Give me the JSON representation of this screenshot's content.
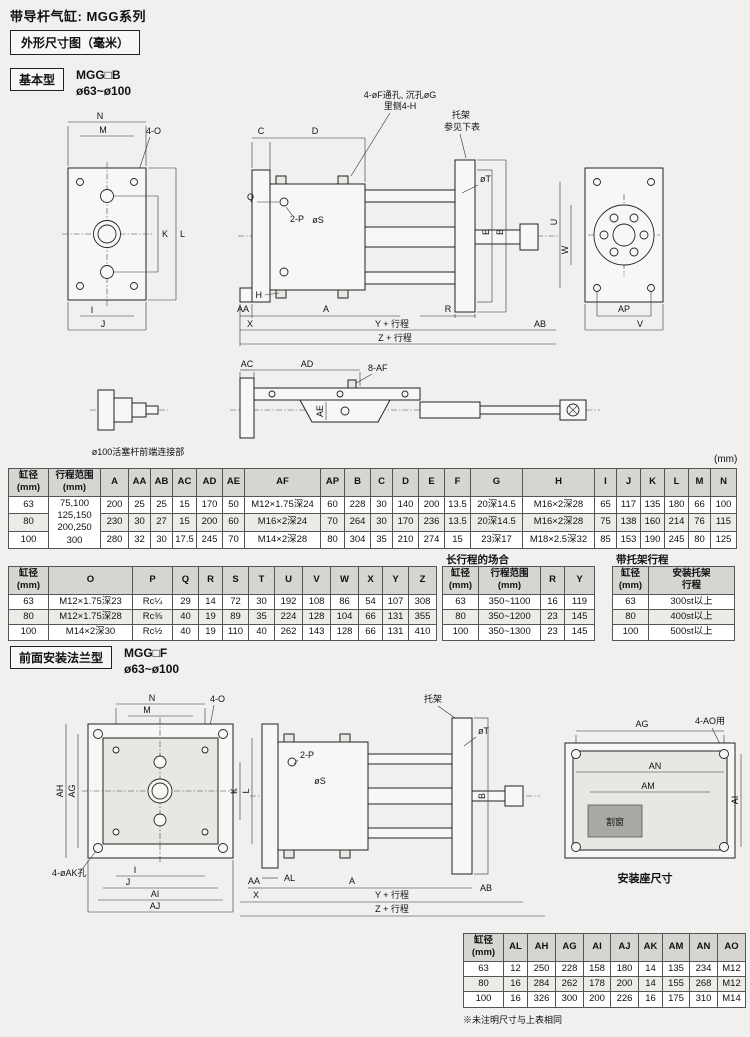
{
  "header": {
    "title": "带导杆气缸: MGG系列",
    "dim_box": "外形尺寸图（毫米）"
  },
  "sections": {
    "basic": {
      "tag": "基本型",
      "model": "MGG□B",
      "bore": "ø63~ø100"
    },
    "flange": {
      "tag": "前面安装法兰型",
      "model": "MGG□F",
      "bore": "ø63~ø100"
    }
  },
  "ann": {
    "holes1": "4-øF通孔, 沉孔øG",
    "holes2": "里侧4-H",
    "bracket1": "托架",
    "bracket2": "参见下表",
    "bracket": "托架",
    "rod_end": "ø100活塞杆前端连接部",
    "af8": "8-AF",
    "ak4": "4-øAK孔",
    "ao4": "4-AO用",
    "window": "割窗",
    "mount_base": "安装座尺寸",
    "unit": "(mm)"
  },
  "dims": {
    "N": "N",
    "M": "M",
    "K": "K",
    "L": "L",
    "I": "I",
    "J": "J",
    "C": "C",
    "D": "D",
    "Q": "Q",
    "H": "H",
    "E": "E",
    "B": "B",
    "U": "U",
    "W": "W",
    "V": "V",
    "AP": "AP",
    "A": "A",
    "AA": "AA",
    "AB": "AB",
    "AC": "AC",
    "AD": "AD",
    "AE": "AE",
    "X": "X",
    "R": "R",
    "AL": "AL",
    "AG": "AG",
    "AH": "AH",
    "AI": "AI",
    "AJ": "AJ",
    "AM": "AM",
    "AN": "AN",
    "two_p": "2-P",
    "four_o": "4-O",
    "oS": "øS",
    "oT": "øT",
    "y_stroke": "Y + 行程",
    "z_stroke": "Z + 行程"
  },
  "tables": {
    "t1": {
      "headers": [
        "缸径\n(mm)",
        "行程范围\n(mm)",
        "A",
        "AA",
        "AB",
        "AC",
        "AD",
        "AE",
        "AF",
        "AP",
        "B",
        "C",
        "D",
        "E",
        "F",
        "G",
        "H",
        "I",
        "J",
        "K",
        "L",
        "M",
        "N"
      ],
      "widths": [
        40,
        52,
        28,
        22,
        22,
        24,
        26,
        22,
        76,
        24,
        26,
        22,
        26,
        26,
        26,
        52,
        72,
        22,
        24,
        24,
        24,
        22,
        26
      ],
      "rows": [
        [
          "63",
          {
            "text": "75,100\n125,150\n200,250\n300",
            "rowspan": 3
          },
          "200",
          "25",
          "25",
          "15",
          "170",
          "50",
          "M12×1.75深24",
          "60",
          "228",
          "30",
          "140",
          "200",
          "13.5",
          "20深14.5",
          "M16×2深28",
          "65",
          "117",
          "135",
          "180",
          "66",
          "100"
        ],
        [
          "80",
          "230",
          "30",
          "27",
          "15",
          "200",
          "60",
          "M16×2深24",
          "70",
          "264",
          "30",
          "170",
          "236",
          "13.5",
          "20深14.5",
          "M16×2深28",
          "75",
          "138",
          "160",
          "214",
          "76",
          "115"
        ],
        [
          "100",
          "280",
          "32",
          "30",
          "17.5",
          "245",
          "70",
          "M14×2深28",
          "80",
          "304",
          "35",
          "210",
          "274",
          "15",
          "23深17",
          "M18×2.5深32",
          "85",
          "153",
          "190",
          "245",
          "80",
          "125"
        ]
      ]
    },
    "t2": {
      "headers": [
        "缸径\n(mm)",
        "O",
        "P",
        "Q",
        "R",
        "S",
        "T",
        "U",
        "V",
        "W",
        "X",
        "Y",
        "Z"
      ],
      "widths": [
        40,
        84,
        40,
        26,
        24,
        26,
        26,
        28,
        28,
        28,
        24,
        26,
        28
      ],
      "rows": [
        [
          "63",
          "M12×1.75深23",
          "Rc¼",
          "29",
          "14",
          "72",
          "30",
          "192",
          "108",
          "86",
          "54",
          "107",
          "308"
        ],
        [
          "80",
          "M12×1.75深28",
          "Rc⅜",
          "40",
          "19",
          "89",
          "35",
          "224",
          "128",
          "104",
          "66",
          "131",
          "355"
        ],
        [
          "100",
          "M14×2深30",
          "Rc½",
          "40",
          "19",
          "110",
          "40",
          "262",
          "143",
          "128",
          "66",
          "131",
          "410"
        ]
      ]
    },
    "t3": {
      "title": "长行程的场合",
      "headers": [
        "缸径\n(mm)",
        "行程范围\n(mm)",
        "R",
        "Y"
      ],
      "widths": [
        36,
        62,
        24,
        30
      ],
      "rows": [
        [
          "63",
          "350~1100",
          "16",
          "119"
        ],
        [
          "80",
          "350~1200",
          "23",
          "145"
        ],
        [
          "100",
          "350~1300",
          "23",
          "145"
        ]
      ]
    },
    "t4": {
      "title": "带托架行程",
      "headers": [
        "缸径\n(mm)",
        "安装托架\n行程"
      ],
      "widths": [
        36,
        86
      ],
      "rows": [
        [
          "63",
          "300st以上"
        ],
        [
          "80",
          "400st以上"
        ],
        [
          "100",
          "500st以上"
        ]
      ]
    },
    "t5": {
      "headers": [
        "缸径\n(mm)",
        "AL",
        "AH",
        "AG",
        "AI",
        "AJ",
        "AK",
        "AM",
        "AN",
        "AO"
      ],
      "widths": [
        40,
        24,
        28,
        28,
        27,
        28,
        24,
        27,
        28,
        28
      ],
      "rows": [
        [
          "63",
          "12",
          "250",
          "228",
          "158",
          "180",
          "14",
          "135",
          "234",
          "M12"
        ],
        [
          "80",
          "16",
          "284",
          "262",
          "178",
          "200",
          "14",
          "155",
          "268",
          "M12"
        ],
        [
          "100",
          "16",
          "326",
          "300",
          "200",
          "226",
          "16",
          "175",
          "310",
          "M14"
        ]
      ],
      "footnote": "※未注明尺寸与上表相同"
    }
  }
}
